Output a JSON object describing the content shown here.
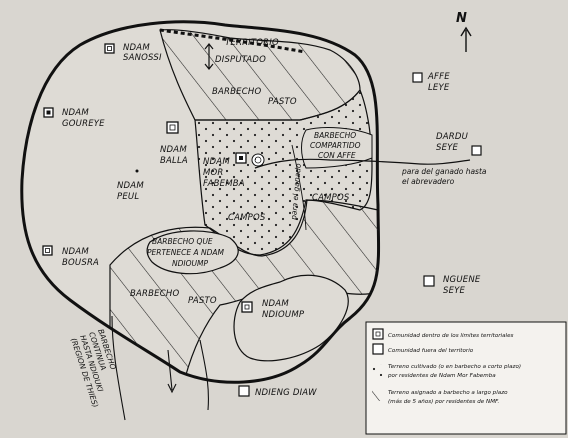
{
  "map": {
    "north": "N",
    "communities_inside": [
      {
        "key": "sanossi",
        "lines": [
          "NDAM",
          "SANOSSI"
        ]
      },
      {
        "key": "goureye",
        "lines": [
          "NDAM",
          "GOUREYE"
        ]
      },
      {
        "key": "balla",
        "lines": [
          "NDAM",
          "BALLA"
        ]
      },
      {
        "key": "mor_fabemba",
        "lines": [
          "NDAM",
          "MOR",
          "FABEMBA"
        ]
      },
      {
        "key": "bousra",
        "lines": [
          "NDAM",
          "BOUSRA"
        ]
      },
      {
        "key": "ndioump",
        "lines": [
          "NDAM",
          "NDIOUMP"
        ]
      }
    ],
    "communities_outside": [
      {
        "key": "affe",
        "lines": [
          "AFFE",
          "LEYE"
        ]
      },
      {
        "key": "dardu",
        "lines": [
          "DARDU",
          "SEYE"
        ]
      },
      {
        "key": "nguene",
        "lines": [
          "NGUENE",
          "SEYE"
        ]
      },
      {
        "key": "ndieng",
        "lines": [
          "NDIENG DIAW"
        ]
      }
    ],
    "other_places": {
      "peul": [
        "NDAM",
        "PEUL"
      ]
    },
    "zones": {
      "territorio": [
        "TERRITORIO",
        "DISPUTADO"
      ],
      "barbecho": "BARBECHO",
      "pasto": "PASTO",
      "compartido": [
        "BARBECHO",
        "COMPARTIDO",
        "CON AFFE"
      ],
      "campos_1": "CAMPOS",
      "campos_2": "CAMPOS",
      "barbecho_ndioump": [
        "BARBECHO QUE",
        "PERTENECE A NDAM",
        "NDIOUMP"
      ],
      "barbecho_sw": "BARBECHO",
      "pasto_sw": "PASTO",
      "para_el_ganado": "para el ganado",
      "continua": [
        "BARBECHO",
        "CONTINUA",
        "HASTA NDIOUKI",
        "(REGION DE THIES)"
      ]
    },
    "routes": {
      "abrevadero": [
        "para del ganado hasta",
        "el abrevadero"
      ]
    },
    "legend": {
      "inside": "Comunidad dentro de los limites territoriales",
      "outside": "Comunidad fuera del territorio",
      "cultivated": [
        "Terreno cultivado (o en barbecho a corto plazo)",
        "por residentes de Ndam Mor Fabemba"
      ],
      "fallow": [
        "Terreno asignado a barbecho a largo plazo",
        "(más de 5 años) por residentes de NMF."
      ]
    }
  }
}
